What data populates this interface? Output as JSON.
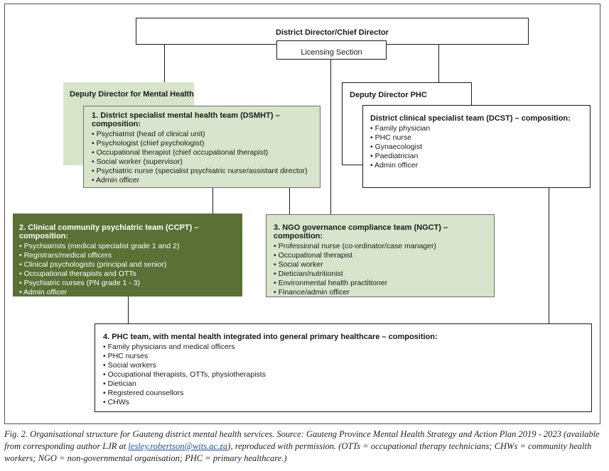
{
  "director": {
    "title": "District Director/Chief Director"
  },
  "licensing": {
    "label": "Licensing Section"
  },
  "deputy_mh": {
    "title": "Deputy Director for Mental Health"
  },
  "deputy_phc": {
    "title": "Deputy Director PHC"
  },
  "dsmht": {
    "title": "1. District specialist mental health team (DSMHT) – composition:",
    "items": [
      "Psychiatrist (head of clinical unit)",
      "Psychologist (chief psychologist)",
      "Occupational therapist (chief occupational therapist)",
      "Social worker (supervisor)",
      "Psychiatric nurse (specialist psychiatric nurse/assistant director)",
      "Admin officer"
    ]
  },
  "dcst": {
    "title": "District clinical specialist team (DCST) – composition:",
    "items": [
      "Family physician",
      "PHC nurse",
      "Gynaecologist",
      "Paediatrician",
      "Admin officer"
    ]
  },
  "ccpt": {
    "title": "2. Clinical community psychiatric team (CCPT) – composition:",
    "items": [
      "Psychiatrists (medical specialist grade 1 and 2)",
      "Registrars/medical officers",
      "Clinical psychologists (principal and senior)",
      "Occupational therapists and OTTs",
      "Psychiatric nurses (PN grade 1 - 3)",
      "Admin officer"
    ]
  },
  "ngct": {
    "title": "3. NGO governance compliance team (NGCT) – composition:",
    "items": [
      "Professional nurse (co-ordinator/case manager)",
      "Occupational therapist",
      "Social worker",
      "Dietician/nutritionist",
      "Environmental health practitioner",
      "Finance/admin officer"
    ]
  },
  "phc": {
    "title": "4. PHC team, with mental health integrated into general primary healthcare – composition:",
    "items": [
      "Family physicians and medical officers",
      "PHC nurses",
      "Social workers",
      "Occupational therapists, OTTs, physiotherapists",
      "Dietician",
      "Registered counsellors",
      "CHWs"
    ]
  },
  "caption": {
    "part1": "Fig. 2. Organisational structure for Gauteng district mental health services. Source: Gauteng Province Mental Health Strategy and Action Plan 2019 - 2023 (available from corresponding author LJR at ",
    "email": "lesley.robertson@wits.ac.za",
    "part2": "), reproduced with permission. (OTTs = occupational therapy technicians; CHWs = community health workers; NGO = non-governmental organisation; PHC = primary healthcare.)"
  },
  "colors": {
    "light_green": "#d7e4c9",
    "box_green": "#d8e4cb",
    "dark_green": "#5a7035",
    "white": "#ffffff",
    "link_blue": "#1a4e9a"
  }
}
